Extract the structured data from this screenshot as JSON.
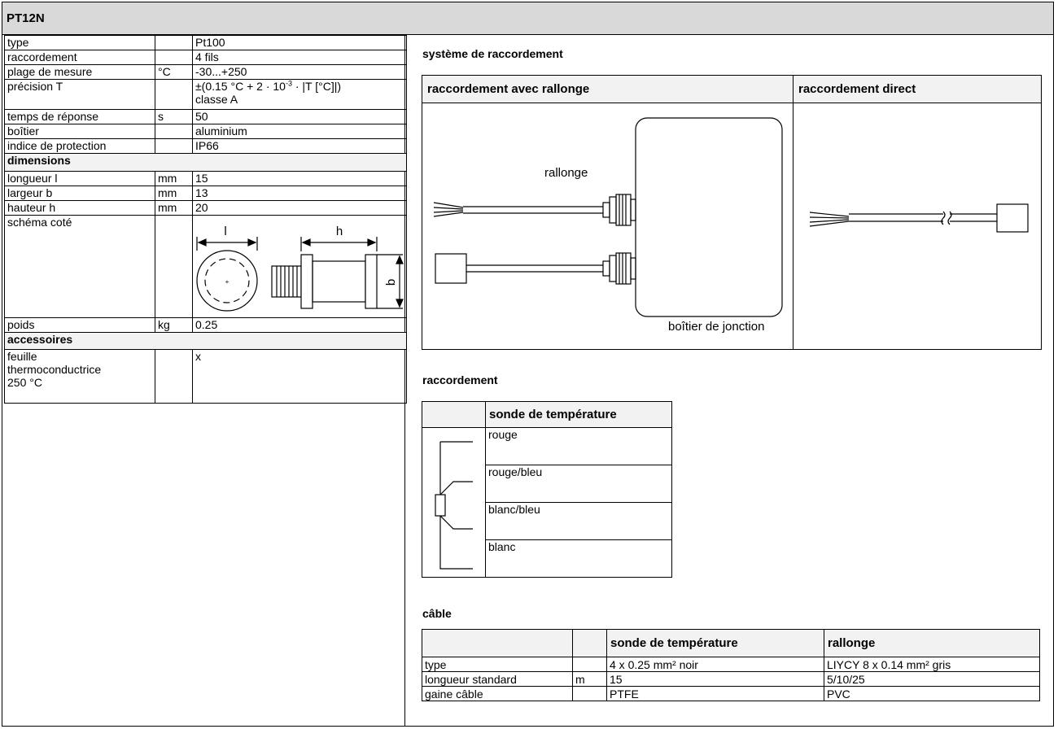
{
  "header": {
    "title": "PT12N"
  },
  "specs": [
    {
      "label": "type",
      "unit": "",
      "value": "Pt100"
    },
    {
      "label": "raccordement",
      "unit": "",
      "value": "4 fils"
    },
    {
      "label": "plage de mesure",
      "unit": "°C",
      "value": "-30...+250"
    },
    {
      "label": "précision T",
      "unit": "",
      "value_a": "±(0.15 °C + 2 · 10",
      "value_exp": "-3",
      "value_b": " · |T [°C]|)",
      "value_line2": "classe A"
    },
    {
      "label": "temps de réponse",
      "unit": "s",
      "value": "50"
    },
    {
      "label": "boîtier",
      "unit": "",
      "value": "aluminium"
    },
    {
      "label": "indice de protection",
      "unit": "",
      "value": "IP66"
    }
  ],
  "dimensions": {
    "heading": "dimensions",
    "rows": [
      {
        "label": "longueur l",
        "unit": "mm",
        "value": "15"
      },
      {
        "label": "largeur b",
        "unit": "mm",
        "value": "13"
      },
      {
        "label": "hauteur h",
        "unit": "mm",
        "value": "20"
      }
    ],
    "drawing_label": "schéma coté",
    "drawing": {
      "l": "l",
      "h": "h",
      "b": "b"
    }
  },
  "weight": {
    "label": "poids",
    "unit": "kg",
    "value": "0.25"
  },
  "accessories": {
    "heading": "accessoires",
    "item_lines": [
      "feuille",
      "thermoconductrice",
      "250 °C"
    ],
    "value": "x"
  },
  "connection_system": {
    "heading": "système de raccordement",
    "col1": "raccordement avec rallonge",
    "col2": "raccordement direct",
    "label_extension": "rallonge",
    "label_box": "boîtier de jonction"
  },
  "wiring": {
    "heading": "raccordement",
    "column": "sonde de température",
    "wires": [
      "rouge",
      "rouge/bleu",
      "blanc/bleu",
      "blanc"
    ]
  },
  "cable": {
    "heading": "câble",
    "columns": [
      "",
      "",
      "sonde de température",
      "rallonge"
    ],
    "rows": [
      {
        "label": "type",
        "unit": "",
        "probe": "4 x 0.25 mm² noir",
        "ext": "LIYCY 8 x 0.14 mm² gris"
      },
      {
        "label": "longueur standard",
        "unit": "m",
        "probe": "15",
        "ext": "5/10/25"
      },
      {
        "label": "gaine câble",
        "unit": "",
        "probe": "PTFE",
        "ext": "PVC"
      }
    ]
  }
}
